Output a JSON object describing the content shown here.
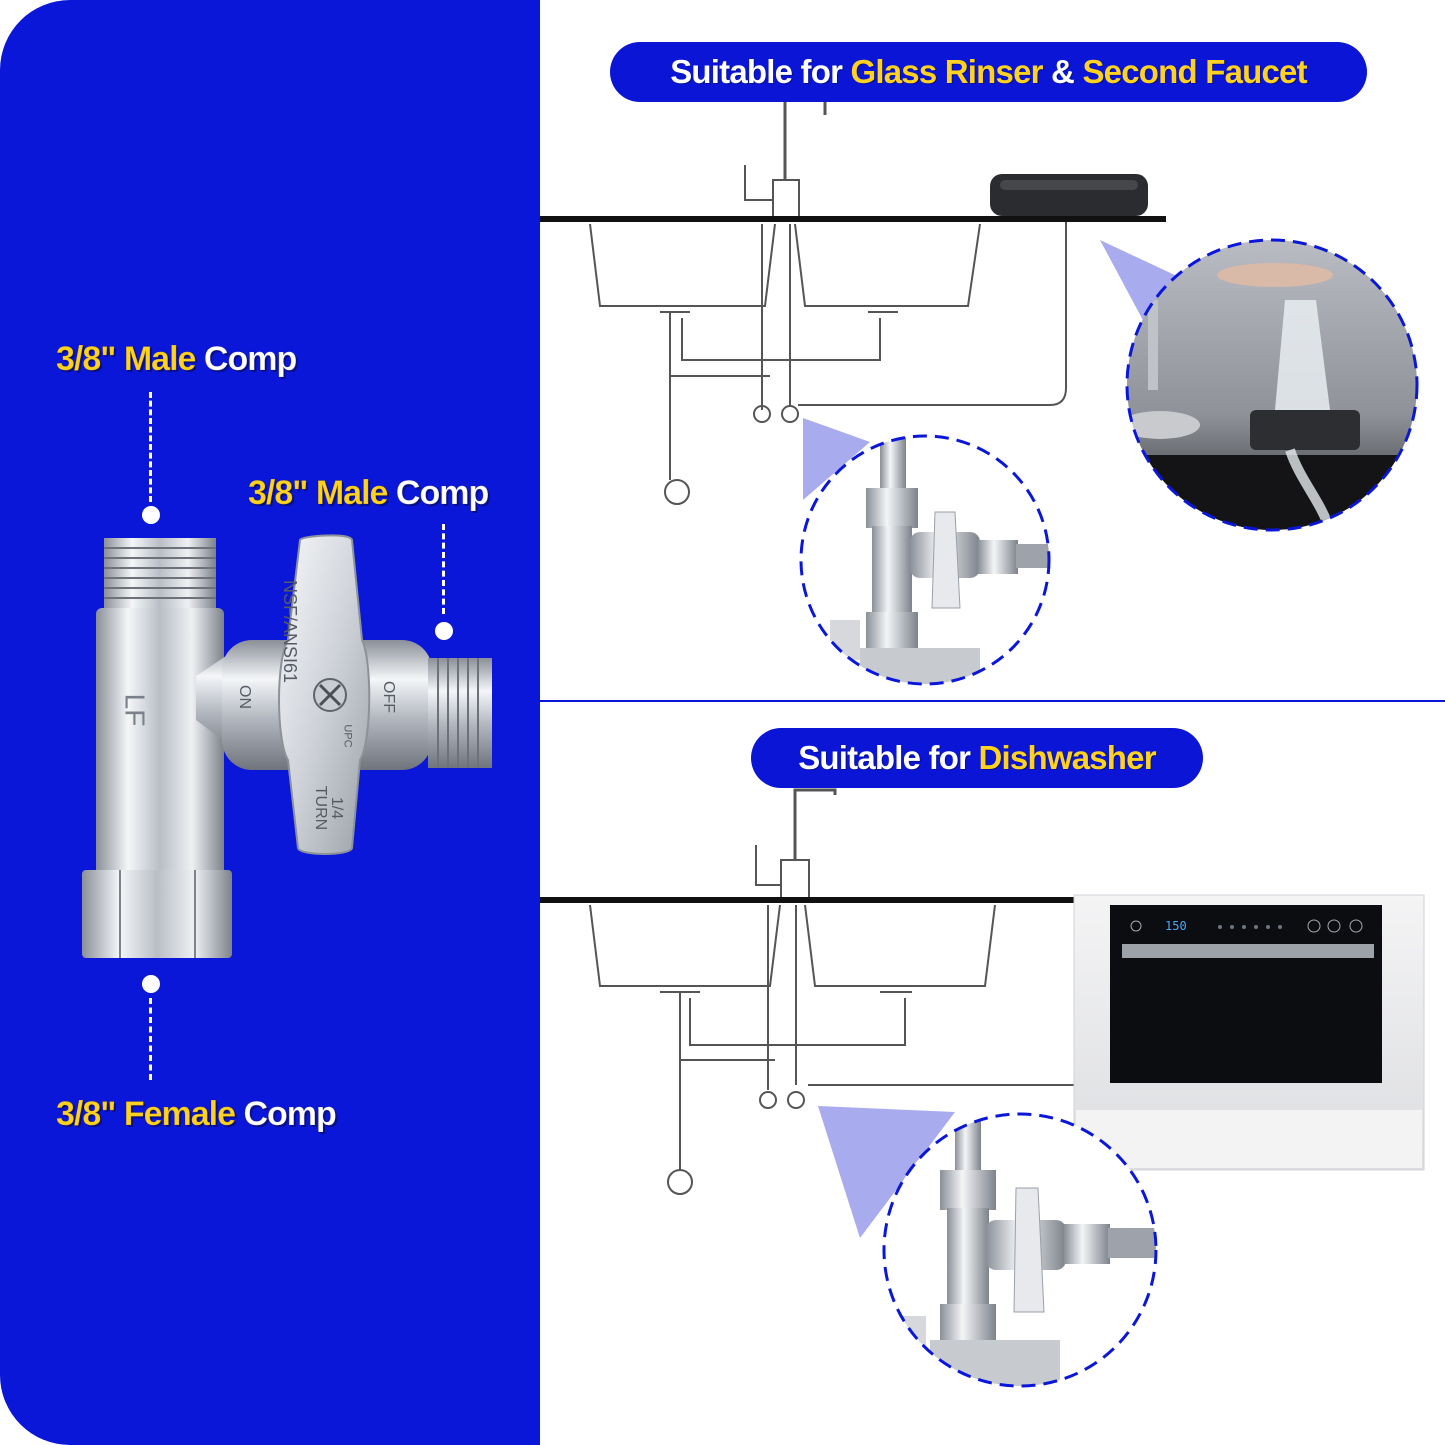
{
  "left": {
    "top_label": {
      "size": "3/8\"",
      "kind": "Male",
      "unit": "Comp"
    },
    "right_label": {
      "size": "3/8\"",
      "kind": "Male",
      "unit": "Comp"
    },
    "bottom_label": {
      "size": "3/8\"",
      "kind": "Female",
      "unit": "Comp"
    },
    "valve_markings": {
      "body": "LF",
      "handle_top": "NSF/ANSI61",
      "on": "ON",
      "off": "OFF",
      "turn_line1": "1/4",
      "turn_line2": "TURN",
      "cert": "UPC"
    }
  },
  "top_section": {
    "prefix": "Suitable for",
    "item1": "Glass Rinser",
    "joiner": "&",
    "item2": "Second Faucet"
  },
  "bottom_section": {
    "prefix": "Suitable for",
    "item1": "Dishwasher",
    "display_readout": "150"
  },
  "colors": {
    "brand_blue": "#0b17d8",
    "highlight_yellow": "#ffd21f",
    "callout_fill": "#a9abef"
  }
}
